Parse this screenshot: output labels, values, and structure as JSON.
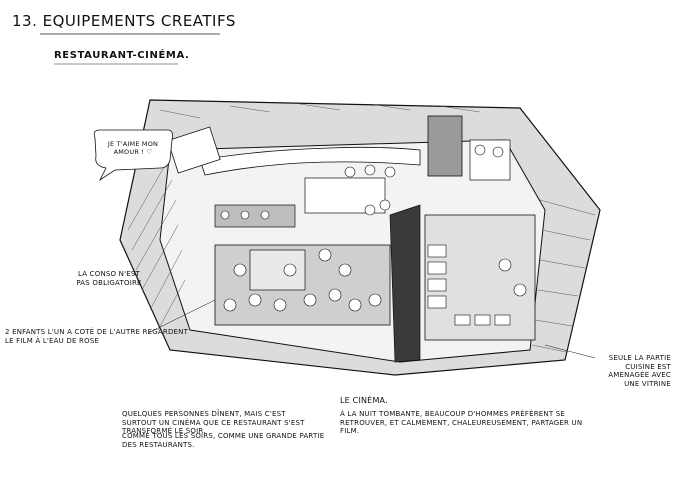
{
  "page": {
    "heading": "13. EQUIPEMENTS CREATIFS",
    "subtitle": "RESTAURANT-CINÉMA."
  },
  "bubble": {
    "text": "JE T'AIME MON AMOUR ! ♡"
  },
  "notes": {
    "conso": "LA CONSO N'EST PAS OBLIGATOIRE",
    "enfants": "2 ENFANTS L'UN A COTÉ DE L'AUTRE REGARDENT LE FILM À L'EAU DE ROSE",
    "cuisine": "SEULE LA PARTIE CUISINE EST AMENAGÉE AVEC UNE VITRINE",
    "diners": "QUELQUES PERSONNES DÎNENT, MAIS C'EST SURTOUT UN CINÉMA QUE CE RESTAURANT S'EST TRANSFORMÉ LE SOIR.",
    "tous": "COMME TOUS LES SOIRS, COMME UNE GRANDE PARTIE DES RESTAURANTS.",
    "cinema_title": "LE CINÉMA.",
    "cinema_body": "À LA NUIT TOMBANTE, BEAUCOUP D'HOMMES PRÉFÈRENT SE RETROUVER, ET CALMEMENT, CHALEUREUSEMENT, PARTAGER UN FILM."
  }
}
